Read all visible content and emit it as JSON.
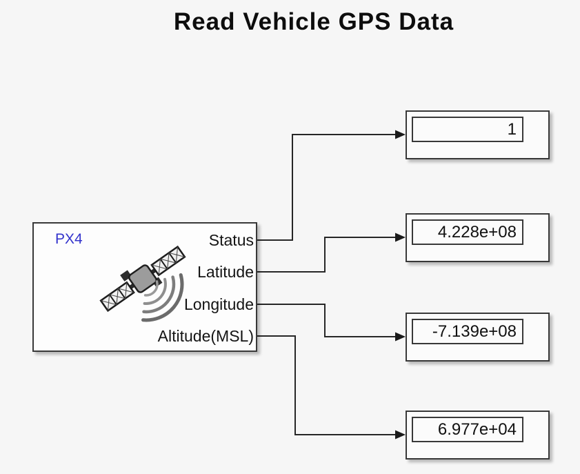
{
  "title": {
    "text": "Read Vehicle GPS Data"
  },
  "gps_block": {
    "label": "PX4",
    "icon": "satellite-icon",
    "ports": [
      {
        "label": "Status"
      },
      {
        "label": "Latitude"
      },
      {
        "label": "Longitude"
      },
      {
        "label": "Altitude(MSL)"
      }
    ]
  },
  "displays": [
    {
      "value": "1",
      "connected_port": "Status"
    },
    {
      "value": "4.228e+08",
      "connected_port": "Latitude"
    },
    {
      "value": "-7.139e+08",
      "connected_port": "Longitude"
    },
    {
      "value": "6.977e+04",
      "connected_port": "Altitude(MSL)"
    }
  ],
  "colors": {
    "background": "#f6f6f6",
    "block_fill": "#fdfdfd",
    "block_border": "#383838",
    "wire": "#262626",
    "text": "#141414",
    "px4_label": "#3333cc"
  }
}
